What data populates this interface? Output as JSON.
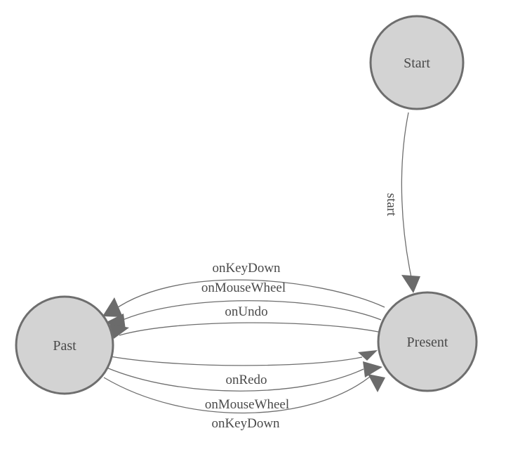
{
  "diagram": {
    "kind": "state-machine-diagram",
    "nodes": {
      "start": {
        "label": "Start"
      },
      "present": {
        "label": "Present"
      },
      "past": {
        "label": "Past"
      }
    },
    "edges": {
      "start_to_present": {
        "label": "start"
      },
      "present_to_past": [
        {
          "label": "onKeyDown"
        },
        {
          "label": "onMouseWheel"
        },
        {
          "label": "onUndo"
        }
      ],
      "past_to_present": [
        {
          "label": "onRedo"
        },
        {
          "label": "onMouseWheel"
        },
        {
          "label": "onKeyDown"
        }
      ]
    },
    "colors": {
      "background": "#ffffff",
      "node_fill": "#d3d3d3",
      "node_stroke": "#6e6e6e",
      "edge_line": "#6e6e6e",
      "arrowhead": "#6b6b6b",
      "text": "#4a4a4a"
    }
  }
}
